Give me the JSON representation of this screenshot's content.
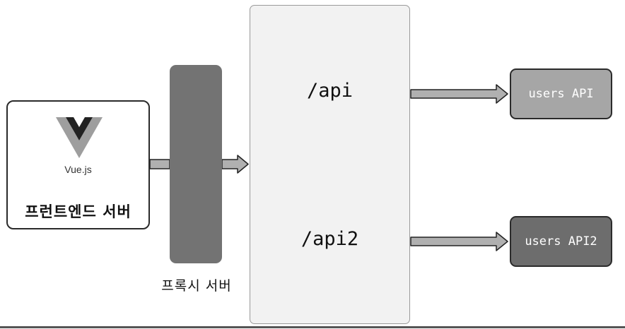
{
  "frontend": {
    "logo_text": "Vue.js",
    "label": "프런트엔드 서버",
    "logo_icon": "vue-logo-icon"
  },
  "proxy": {
    "label": "프록시 서버"
  },
  "routes": {
    "route1": "/api",
    "route2": "/api2"
  },
  "apis": {
    "api1": "users API",
    "api2": "users API2"
  },
  "colors": {
    "proxy_bar": "#737373",
    "main_box": "#f2f2f2",
    "api1_box": "#a6a6a6",
    "api2_box": "#6d6d6d",
    "arrow_fill": "#b0b0b0",
    "vue_outer": "#9e9e9e",
    "vue_inner": "#222222"
  }
}
